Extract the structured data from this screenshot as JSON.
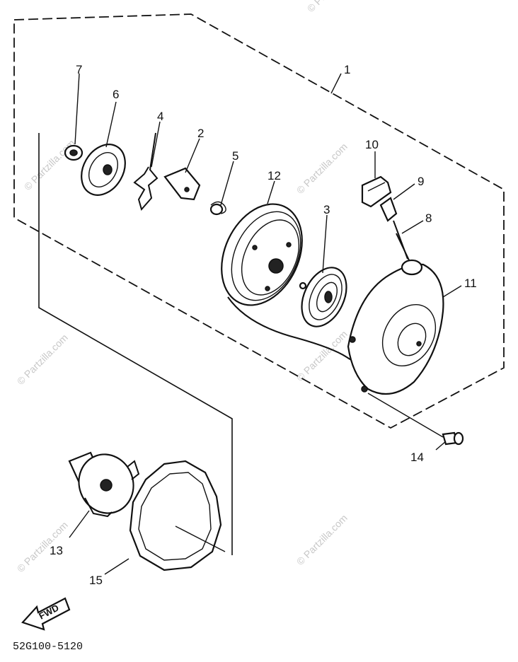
{
  "diagram": {
    "diagram_code": "52G100-5120",
    "direction_label": "FWD",
    "watermark_text": "© Partzilla.com",
    "callouts": [
      {
        "id": "1",
        "label": "1"
      },
      {
        "id": "2",
        "label": "2"
      },
      {
        "id": "3",
        "label": "3"
      },
      {
        "id": "4",
        "label": "4"
      },
      {
        "id": "5",
        "label": "5"
      },
      {
        "id": "6",
        "label": "6"
      },
      {
        "id": "7",
        "label": "7"
      },
      {
        "id": "8",
        "label": "8"
      },
      {
        "id": "9",
        "label": "9"
      },
      {
        "id": "10",
        "label": "10"
      },
      {
        "id": "11",
        "label": "11"
      },
      {
        "id": "12",
        "label": "12"
      },
      {
        "id": "13",
        "label": "13"
      },
      {
        "id": "14",
        "label": "14"
      },
      {
        "id": "15",
        "label": "15"
      }
    ]
  }
}
